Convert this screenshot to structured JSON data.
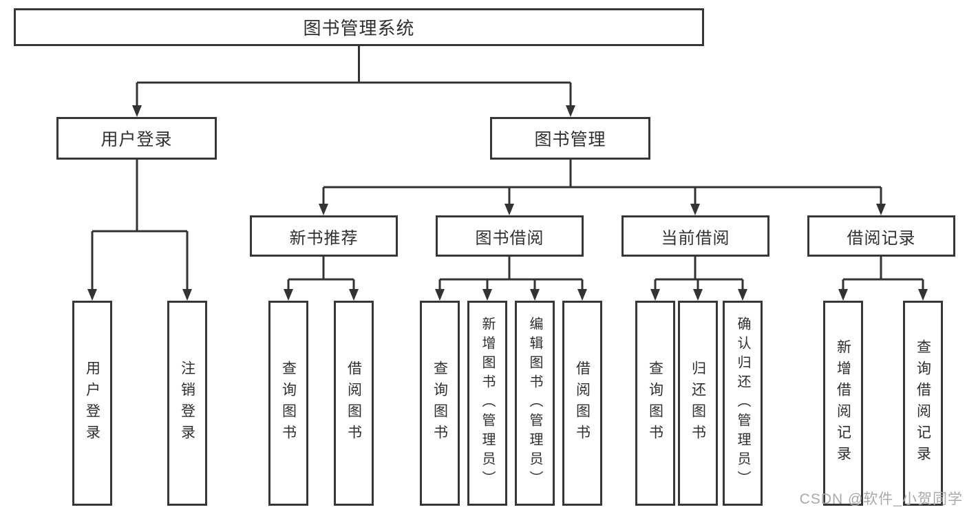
{
  "diagram": {
    "root": "图书管理系统",
    "level2": [
      "用户登录",
      "图书管理"
    ],
    "level3": [
      "新书推荐",
      "图书借阅",
      "当前借阅",
      "借阅记录"
    ],
    "leaves": {
      "user_login": [
        "用户登录",
        "注销登录"
      ],
      "new_books": [
        "查询图书",
        "借阅图书"
      ],
      "book_borrow": [
        "查询图书",
        "新增图书（管理员）",
        "编辑图书（管理员）",
        "借阅图书"
      ],
      "current_borrow": [
        "查询图书",
        "归还图书",
        "确认归还（管理员）"
      ],
      "borrow_records": [
        "新增借阅记录",
        "查询借阅记录"
      ]
    }
  },
  "watermark": "CSDN @软件_小贺同学",
  "colors": {
    "line": "#333333",
    "box_border": "#363636",
    "text": "#2f2f2f",
    "watermark": "#a6aaae",
    "background": "#ffffff"
  }
}
